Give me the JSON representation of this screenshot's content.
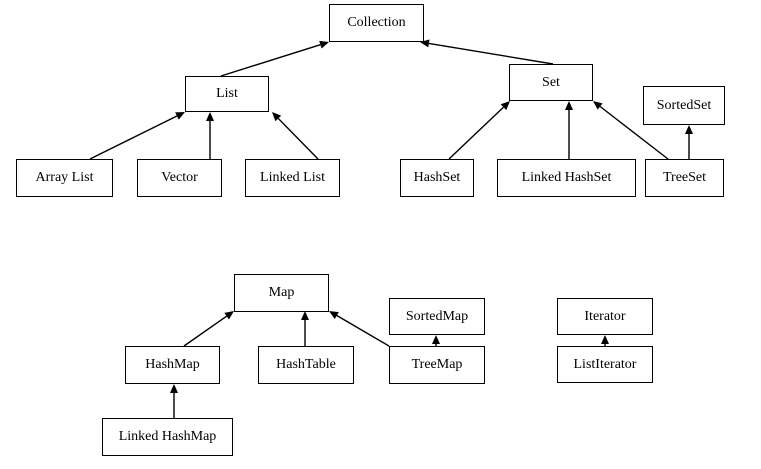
{
  "diagram": {
    "nodes": {
      "collection": "Collection",
      "list": "List",
      "set": "Set",
      "sorted_set": "SortedSet",
      "array_list": "Array List",
      "vector": "Vector",
      "linked_list": "Linked List",
      "hash_set": "HashSet",
      "linked_hash_set": "Linked HashSet",
      "tree_set": "TreeSet",
      "map": "Map",
      "sorted_map": "SortedMap",
      "iterator": "Iterator",
      "hash_map": "HashMap",
      "hash_table": "HashTable",
      "tree_map": "TreeMap",
      "list_iterator": "ListIterator",
      "linked_hash_map": "Linked HashMap"
    },
    "edges": [
      {
        "from": "list",
        "to": "collection"
      },
      {
        "from": "set",
        "to": "collection"
      },
      {
        "from": "array_list",
        "to": "list"
      },
      {
        "from": "vector",
        "to": "list"
      },
      {
        "from": "linked_list",
        "to": "list"
      },
      {
        "from": "hash_set",
        "to": "set"
      },
      {
        "from": "linked_hash_set",
        "to": "set"
      },
      {
        "from": "tree_set",
        "to": "set"
      },
      {
        "from": "tree_set",
        "to": "sorted_set"
      },
      {
        "from": "hash_map",
        "to": "map"
      },
      {
        "from": "hash_table",
        "to": "map"
      },
      {
        "from": "tree_map",
        "to": "map"
      },
      {
        "from": "tree_map",
        "to": "sorted_map"
      },
      {
        "from": "linked_hash_map",
        "to": "hash_map"
      },
      {
        "from": "list_iterator",
        "to": "iterator"
      }
    ],
    "colors": {
      "line": "#000000",
      "box_border": "#000000",
      "text": "#000000"
    }
  }
}
